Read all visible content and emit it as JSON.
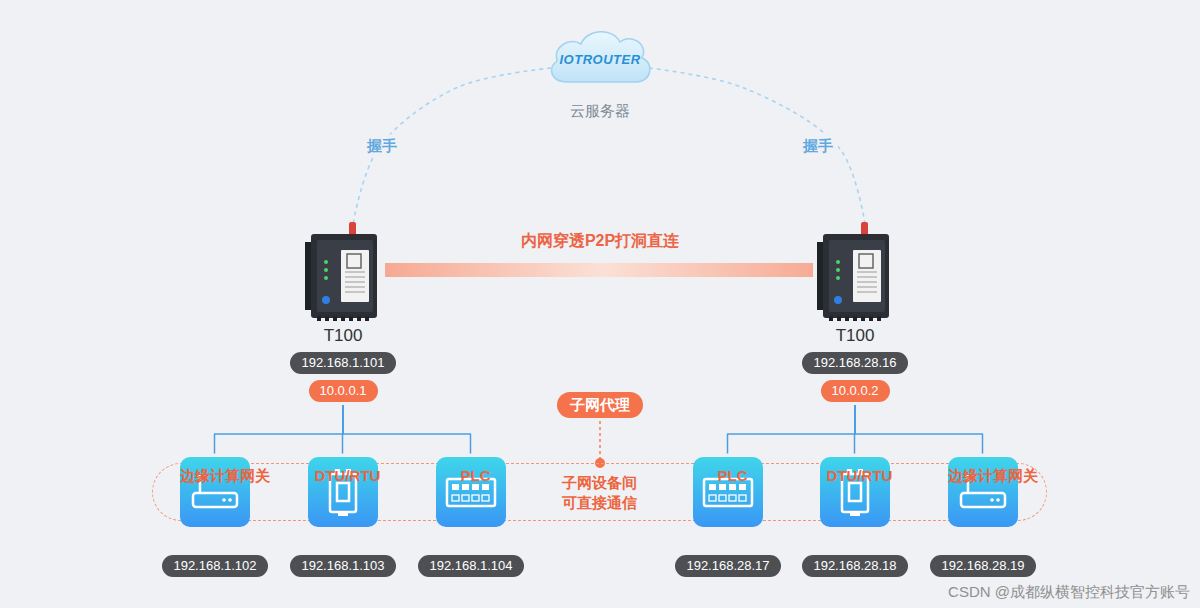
{
  "diagram": {
    "nodes": [
      {
        "text": [
          "IOTROUTER",
          "云服务器"
        ]
      },
      {
        "text": [
          "T100"
        ]
      },
      {
        "text": [
          "192.168.1.101"
        ]
      },
      {
        "text": [
          "10.0.0.1"
        ]
      },
      {
        "text": [
          "T100"
        ]
      },
      {
        "text": [
          "192.168.28.16"
        ]
      },
      {
        "text": [
          "10.0.0.2"
        ]
      },
      {
        "text": [
          "子网代理"
        ]
      },
      {
        "text": [
          "子网设备间 可直接通信"
        ]
      },
      {
        "text": [
          "边缘计算网关"
        ],
        "in": 8
      },
      {
        "text": [
          "192.168.1.102"
        ]
      },
      {
        "text": [
          "DTU/RTU"
        ],
        "in": 8
      },
      {
        "text": [
          "192.168.1.103"
        ]
      },
      {
        "text": [
          "PLC"
        ],
        "in": 8
      },
      {
        "text": [
          "192.168.1.104"
        ]
      },
      {
        "text": [
          "PLC"
        ],
        "in": 8
      },
      {
        "text": [
          "192.168.28.17"
        ]
      },
      {
        "text": [
          "DTU/RTU"
        ],
        "in": 8
      },
      {
        "text": [
          "192.168.28.18"
        ]
      },
      {
        "text": [
          "边缘计算网关"
        ],
        "in": 8
      },
      {
        "text": [
          "192.168.28.19"
        ]
      }
    ],
    "edges": [
      {
        "from": 0,
        "to": 1,
        "label": "握手",
        "arrow": "none"
      },
      {
        "from": 0,
        "to": 4,
        "label": "握手",
        "arrow": "none"
      },
      {
        "from": 1,
        "to": 4,
        "label": "内网穿透P2P打洞直连",
        "arrow": "none"
      },
      {
        "from": 3,
        "to": 9,
        "arrow": "none"
      },
      {
        "from": 3,
        "to": 11,
        "arrow": "none"
      },
      {
        "from": 3,
        "to": 13,
        "arrow": "none"
      },
      {
        "from": 6,
        "to": 15,
        "arrow": "none"
      },
      {
        "from": 6,
        "to": 17,
        "arrow": "none"
      },
      {
        "from": 6,
        "to": 19,
        "arrow": "none"
      },
      {
        "from": 7,
        "to": 8,
        "arrow": "none"
      }
    ],
    "labels": [
      "CSDN @成都纵横智控科技官方账号"
    ]
  }
}
